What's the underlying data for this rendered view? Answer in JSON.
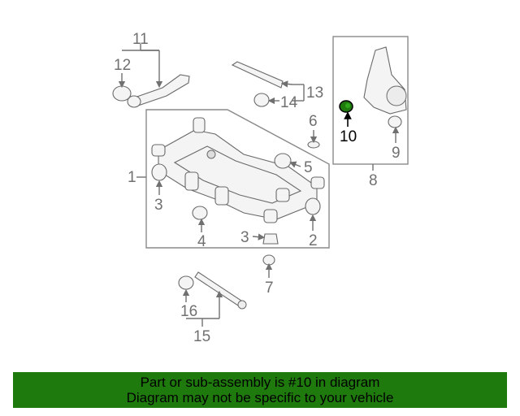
{
  "callouts": {
    "c1": "1",
    "c2": "2",
    "c3a": "3",
    "c3b": "3",
    "c4": "4",
    "c5": "5",
    "c6": "6",
    "c7": "7",
    "c8": "8",
    "c9": "9",
    "c10": "10",
    "c11": "11",
    "c12": "12",
    "c13": "13",
    "c14": "14",
    "c15": "15",
    "c16": "16"
  },
  "banner": {
    "line1": "Part or sub-assembly is #10 in diagram",
    "line2": "Diagram may not be specific to your vehicle"
  },
  "colors": {
    "highlight_part": "#1f7a0e",
    "banner_bg": "#1f7a0e"
  }
}
